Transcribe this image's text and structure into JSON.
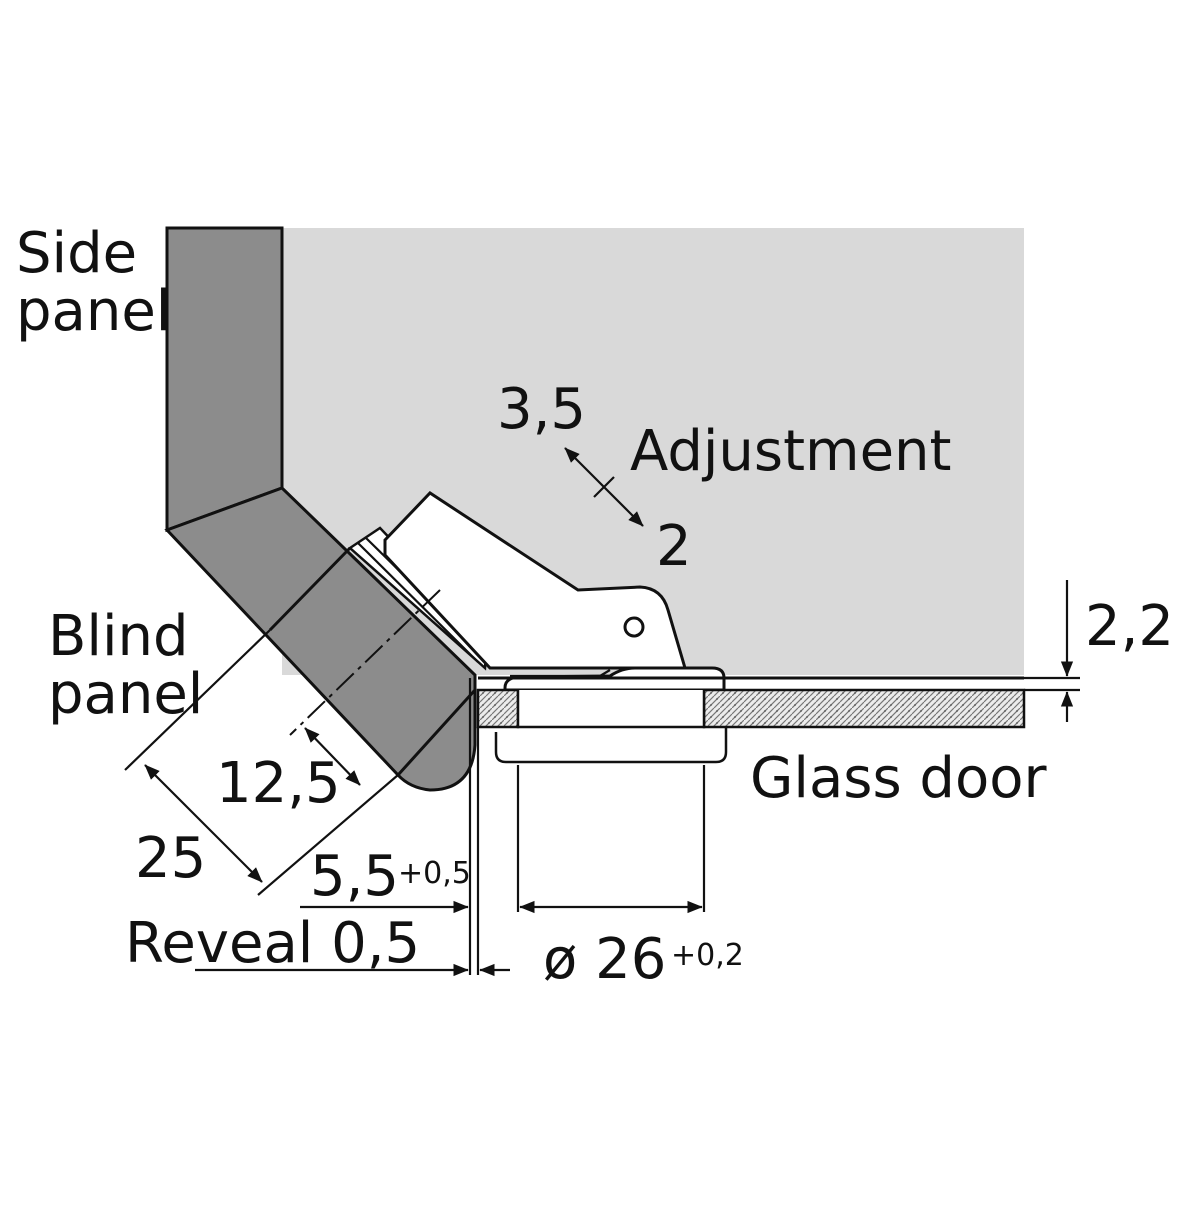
{
  "labels": {
    "side_panel_1": "Side",
    "side_panel_2": "panel",
    "blind_panel_1": "Blind",
    "blind_panel_2": "panel",
    "glass_door": "Glass door",
    "adjustment": "Adjustment",
    "adj_plus": "3,5",
    "adj_minus": "2",
    "dim_2_2": "2,2",
    "dim_12_5": "12,5",
    "dim_25": "25",
    "dim_5_5": "5,5",
    "dim_5_5_tol": "+0,5",
    "reveal": "Reveal 0,5",
    "dia": "ø 26",
    "dia_tol": "+0,2"
  },
  "colors": {
    "cabinet_fill": "#d9d9d9",
    "panel_fill": "#8c8c8c",
    "glass_fill": "#e8e8e8",
    "hinge_fill": "#ffffff",
    "line": "#111111"
  }
}
